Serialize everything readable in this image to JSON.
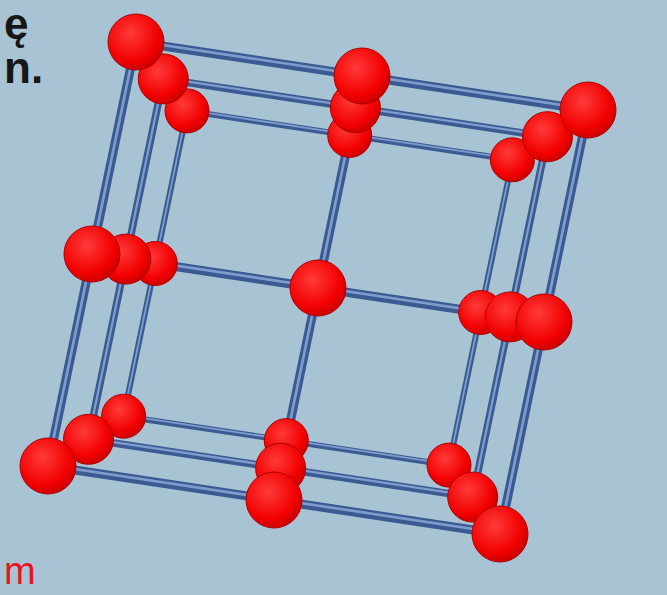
{
  "diagram": {
    "labels": [
      "ę",
      "n.",
      "m"
    ]
  }
}
